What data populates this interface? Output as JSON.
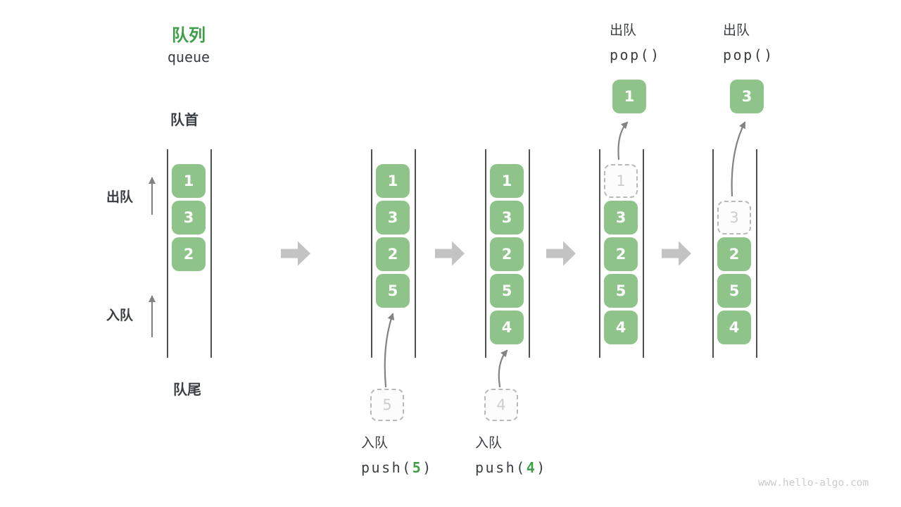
{
  "title": {
    "zh": "队列",
    "en": "queue"
  },
  "side_labels": {
    "front": "队首",
    "rear": "队尾",
    "dequeue": "出队",
    "enqueue": "入队"
  },
  "watermark": "www.hello-algo.com",
  "colors": {
    "box_green": "#8EC38A",
    "accent_green": "#3E9E4A",
    "dark_text": "#3A3E42",
    "block_arrow": "#C3C3C3",
    "thin_arrow": "#838383",
    "dashed_border": "#B9B9B9",
    "dashed_text": "#CDCDCD",
    "queue_line": "#4E4E4E",
    "watermark": "#CBCBCB"
  },
  "queues": [
    {
      "name": "stage-1",
      "cells": [
        {
          "slot": 1,
          "value": "1",
          "type": "solid"
        },
        {
          "slot": 2,
          "value": "3",
          "type": "solid"
        },
        {
          "slot": 3,
          "value": "2",
          "type": "solid"
        }
      ]
    },
    {
      "name": "stage-2",
      "cells": [
        {
          "slot": 1,
          "value": "1",
          "type": "solid"
        },
        {
          "slot": 2,
          "value": "3",
          "type": "solid"
        },
        {
          "slot": 3,
          "value": "2",
          "type": "solid"
        },
        {
          "slot": 4,
          "value": "5",
          "type": "solid"
        }
      ],
      "staged_value": "5",
      "op": {
        "label": "入队",
        "code": [
          {
            "text": "push(",
            "color": "dark"
          },
          {
            "text": "5",
            "color": "green"
          },
          {
            "text": ")",
            "color": "dark"
          }
        ]
      }
    },
    {
      "name": "stage-3",
      "cells": [
        {
          "slot": 1,
          "value": "1",
          "type": "solid"
        },
        {
          "slot": 2,
          "value": "3",
          "type": "solid"
        },
        {
          "slot": 3,
          "value": "2",
          "type": "solid"
        },
        {
          "slot": 4,
          "value": "5",
          "type": "solid"
        },
        {
          "slot": 5,
          "value": "4",
          "type": "solid"
        }
      ],
      "staged_value": "4",
      "op": {
        "label": "入队",
        "code": [
          {
            "text": "push(",
            "color": "dark"
          },
          {
            "text": "4",
            "color": "green"
          },
          {
            "text": ")",
            "color": "dark"
          }
        ]
      }
    },
    {
      "name": "stage-4",
      "cells": [
        {
          "slot": 1,
          "value": "1",
          "type": "dashed"
        },
        {
          "slot": 2,
          "value": "3",
          "type": "solid"
        },
        {
          "slot": 3,
          "value": "2",
          "type": "solid"
        },
        {
          "slot": 4,
          "value": "5",
          "type": "solid"
        },
        {
          "slot": 5,
          "value": "4",
          "type": "solid"
        }
      ],
      "popped_value": "1",
      "op": {
        "label": "出队",
        "code": [
          {
            "text": "pop()",
            "color": "dark"
          }
        ]
      }
    },
    {
      "name": "stage-5",
      "cells": [
        {
          "slot": 2,
          "value": "3",
          "type": "dashed"
        },
        {
          "slot": 3,
          "value": "2",
          "type": "solid"
        },
        {
          "slot": 4,
          "value": "5",
          "type": "solid"
        },
        {
          "slot": 5,
          "value": "4",
          "type": "solid"
        }
      ],
      "popped_value": "3",
      "op": {
        "label": "出队",
        "code": [
          {
            "text": "pop()",
            "color": "dark"
          }
        ]
      }
    }
  ]
}
